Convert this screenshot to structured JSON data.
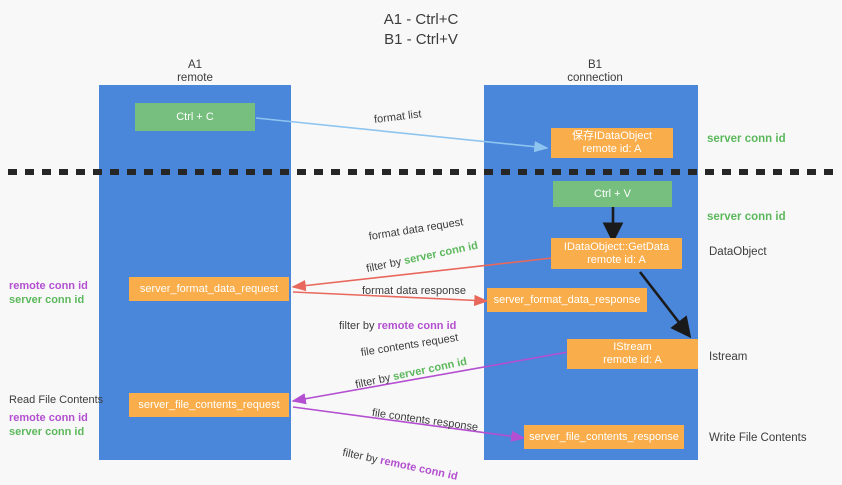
{
  "title": {
    "line1": "A1 - Ctrl+C",
    "line2": "B1 - Ctrl+V"
  },
  "colors": {
    "lane": "#4a86d9",
    "box_orange": "#f9ad4b",
    "box_green": "#76bf7e",
    "server_conn_id": "#5cb85c",
    "remote_conn_id": "#b34fd0",
    "arrow_format_list": "#8ec5f0",
    "arrow_format_data": "#e8685d",
    "arrow_file_contents": "#b34fd0",
    "arrow_internal": "#1a1a1a",
    "background": "#f8f8f8"
  },
  "lanes": [
    {
      "id": "a1",
      "title": "A1\nremote"
    },
    {
      "id": "b1",
      "title": "B1\nconnection"
    }
  ],
  "boxes": {
    "ctrl_c": "Ctrl + C",
    "ctrl_v": "Ctrl + V",
    "idataobject": "保存IDataObject\nremote id: A",
    "idataobject_getdata": "IDataObject::GetData\nremote id: A",
    "istream": "IStream\nremote id: A",
    "server_format_data_request": "server_format_data_request",
    "server_format_data_response": "server_format_data_response",
    "server_file_contents_request": "server_file_contents_request",
    "server_file_contents_response": "server_file_contents_response"
  },
  "right_notes": {
    "server_conn_id_1": "server conn id",
    "server_conn_id_2": "server conn id",
    "dataobject": "DataObject",
    "istream": "Istream",
    "write_file_contents": "Write File Contents"
  },
  "left_notes": {
    "format_remote": "remote conn id",
    "format_server": "server conn id",
    "read_file_contents": "Read File Contents",
    "file_remote": "remote conn id",
    "file_server": "server conn id"
  },
  "arrow_labels": {
    "format_list": "format list",
    "format_data_request": "format data request",
    "format_data_request_filter_prefix": "filter by ",
    "format_data_request_filter_value": "server conn id",
    "format_data_response": "format data response",
    "format_data_response_filter_prefix": "filter by ",
    "format_data_response_filter_value": "remote conn id",
    "file_contents_request": "file contents request",
    "file_contents_request_filter_prefix": "filter by ",
    "file_contents_request_filter_value": "server conn id",
    "file_contents_response": "file contents response",
    "file_contents_response_filter_prefix": "filter by ",
    "file_contents_response_filter_value": "remote conn id"
  }
}
